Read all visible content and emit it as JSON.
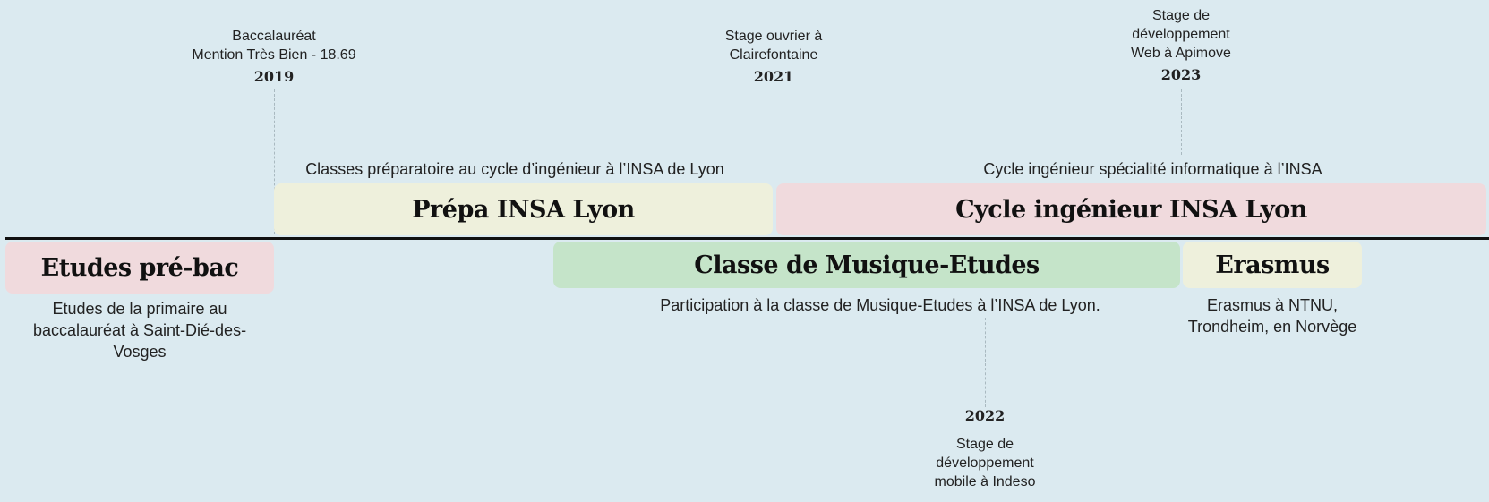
{
  "milestones": [
    {
      "year": "2019",
      "line1": "Baccalauréat",
      "line2": "Mention Très Bien - 18.69",
      "line3": ""
    },
    {
      "year": "2021",
      "line1": "Stage ouvrier à",
      "line2": "Clairefontaine",
      "line3": ""
    },
    {
      "year": "2023",
      "line1": "Stage de",
      "line2": "développement",
      "line3": "Web à Apimove"
    },
    {
      "year": "2022",
      "line1": "Stage de",
      "line2": "développement",
      "line3": "mobile à Indeso"
    }
  ],
  "periods": {
    "prepa": {
      "title": "Prépa INSA Lyon",
      "description": "Classes préparatoire au cycle d’ingénieur à l’INSA de Lyon",
      "color": "#eef0dc"
    },
    "cycle": {
      "title": "Cycle ingénieur INSA Lyon",
      "description": "Cycle ingénieur spécialité informatique à l’INSA",
      "color": "#f0dadd"
    },
    "prebac": {
      "title": "Etudes pré-bac",
      "line1": "Etudes de la primaire au",
      "line2": "baccalauréat à Saint-Dié-des-",
      "line3": "Vosges",
      "color": "#f0dadd"
    },
    "musique": {
      "title": "Classe de Musique-Etudes",
      "description": "Participation à la classe de Musique-Etudes à l’INSA de Lyon.",
      "color": "#c5e4c9"
    },
    "erasmus": {
      "title": "Erasmus",
      "line1": "Erasmus à NTNU,",
      "line2": "Trondheim, en Norvège",
      "color": "#eef0dc"
    }
  },
  "colors": {
    "background": "#dbeaf0",
    "axis": "#111111",
    "connector": "#a9b9c0"
  }
}
